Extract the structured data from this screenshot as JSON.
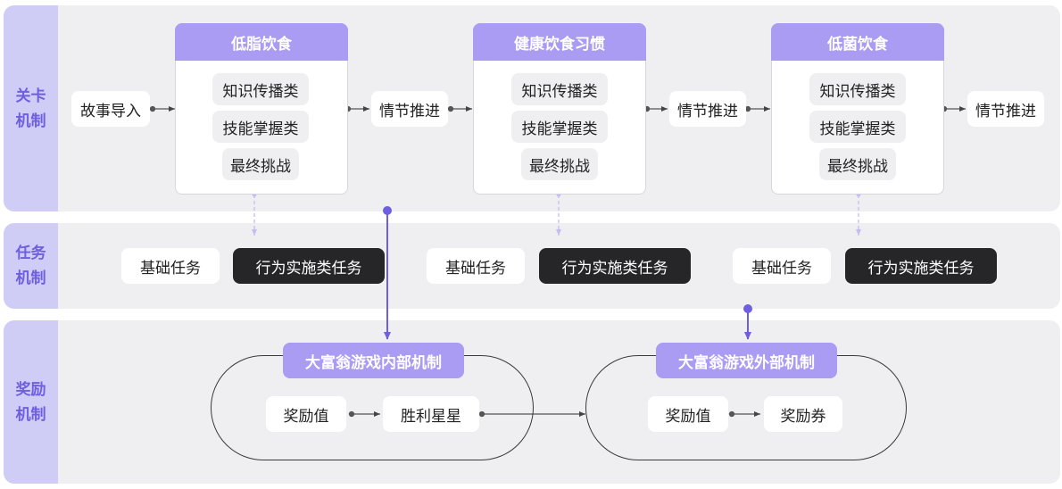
{
  "bands": {
    "level": {
      "label_line1": "关卡",
      "label_line2": "机制"
    },
    "task": {
      "label_line1": "任务",
      "label_line2": "机制"
    },
    "reward": {
      "label_line1": "奖励",
      "label_line2": "机制"
    }
  },
  "level_flow": {
    "intro": "故事导入",
    "progress_label": "情节推进",
    "stages": [
      {
        "title": "低脂饮食",
        "items": [
          "知识传播类",
          "技能掌握类",
          "最终挑战"
        ]
      },
      {
        "title": "健康饮食习惯",
        "items": [
          "知识传播类",
          "技能掌握类",
          "最终挑战"
        ]
      },
      {
        "title": "低菌饮食",
        "items": [
          "知识传播类",
          "技能掌握类",
          "最终挑战"
        ]
      }
    ]
  },
  "tasks": {
    "basic_label": "基础任务",
    "behavior_label": "行为实施类任务"
  },
  "reward": {
    "internal": {
      "title": "大富翁游戏内部机制",
      "from": "奖励值",
      "to": "胜利星星"
    },
    "external": {
      "title": "大富翁游戏外部机制",
      "from": "奖励值",
      "to": "奖励券"
    }
  },
  "colors": {
    "accent": "#a99cf2",
    "accent_dark": "#6d5fe0",
    "band_bg": "#efeff2",
    "dark_pill": "#262628"
  }
}
